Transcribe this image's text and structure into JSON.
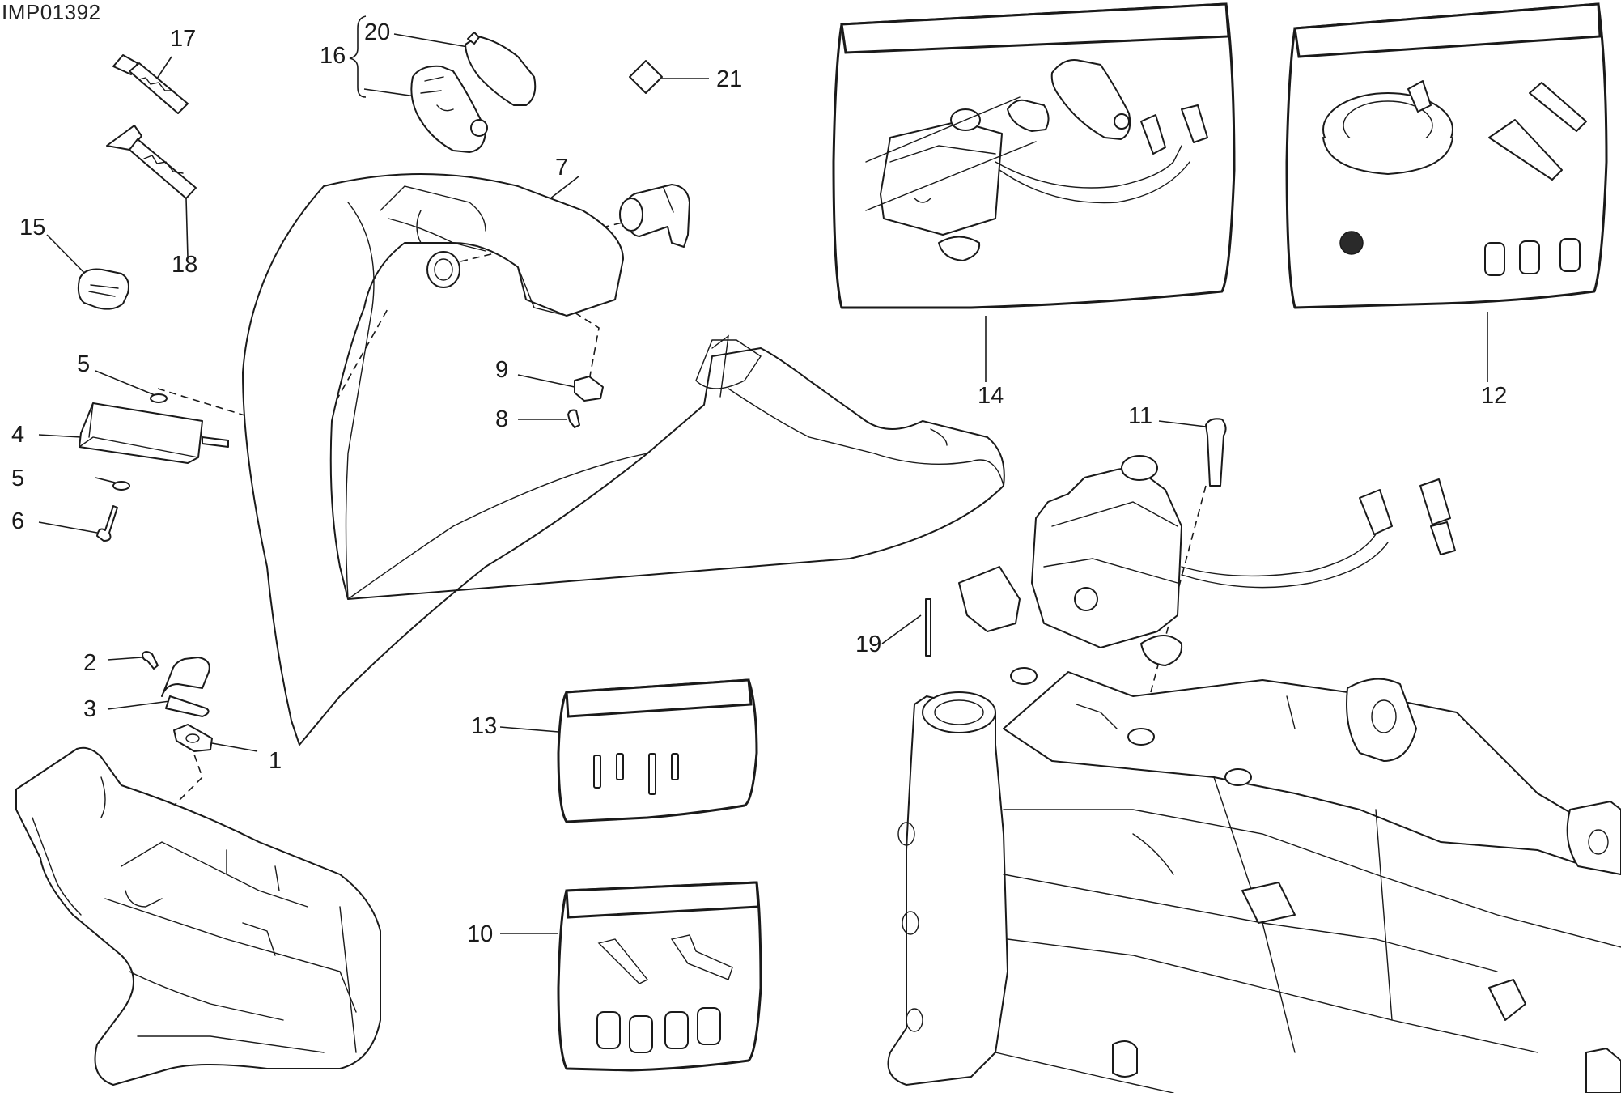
{
  "diagram": {
    "drawing_code": "IMP01392",
    "callouts": [
      {
        "id": "c1",
        "label": "1"
      },
      {
        "id": "c2",
        "label": "2"
      },
      {
        "id": "c3",
        "label": "3"
      },
      {
        "id": "c4",
        "label": "4"
      },
      {
        "id": "c5a",
        "label": "5"
      },
      {
        "id": "c5b",
        "label": "5"
      },
      {
        "id": "c6",
        "label": "6"
      },
      {
        "id": "c7",
        "label": "7"
      },
      {
        "id": "c8",
        "label": "8"
      },
      {
        "id": "c9",
        "label": "9"
      },
      {
        "id": "c10",
        "label": "10"
      },
      {
        "id": "c11",
        "label": "11"
      },
      {
        "id": "c12",
        "label": "12"
      },
      {
        "id": "c13",
        "label": "13"
      },
      {
        "id": "c14",
        "label": "14"
      },
      {
        "id": "c15",
        "label": "15"
      },
      {
        "id": "c16",
        "label": "16"
      },
      {
        "id": "c17",
        "label": "17"
      },
      {
        "id": "c18",
        "label": "18"
      },
      {
        "id": "c19",
        "label": "19"
      },
      {
        "id": "c20",
        "label": "20"
      },
      {
        "id": "c21",
        "label": "21"
      }
    ],
    "colors": {
      "line": "#1a1a1a",
      "background": "#ffffff"
    }
  }
}
